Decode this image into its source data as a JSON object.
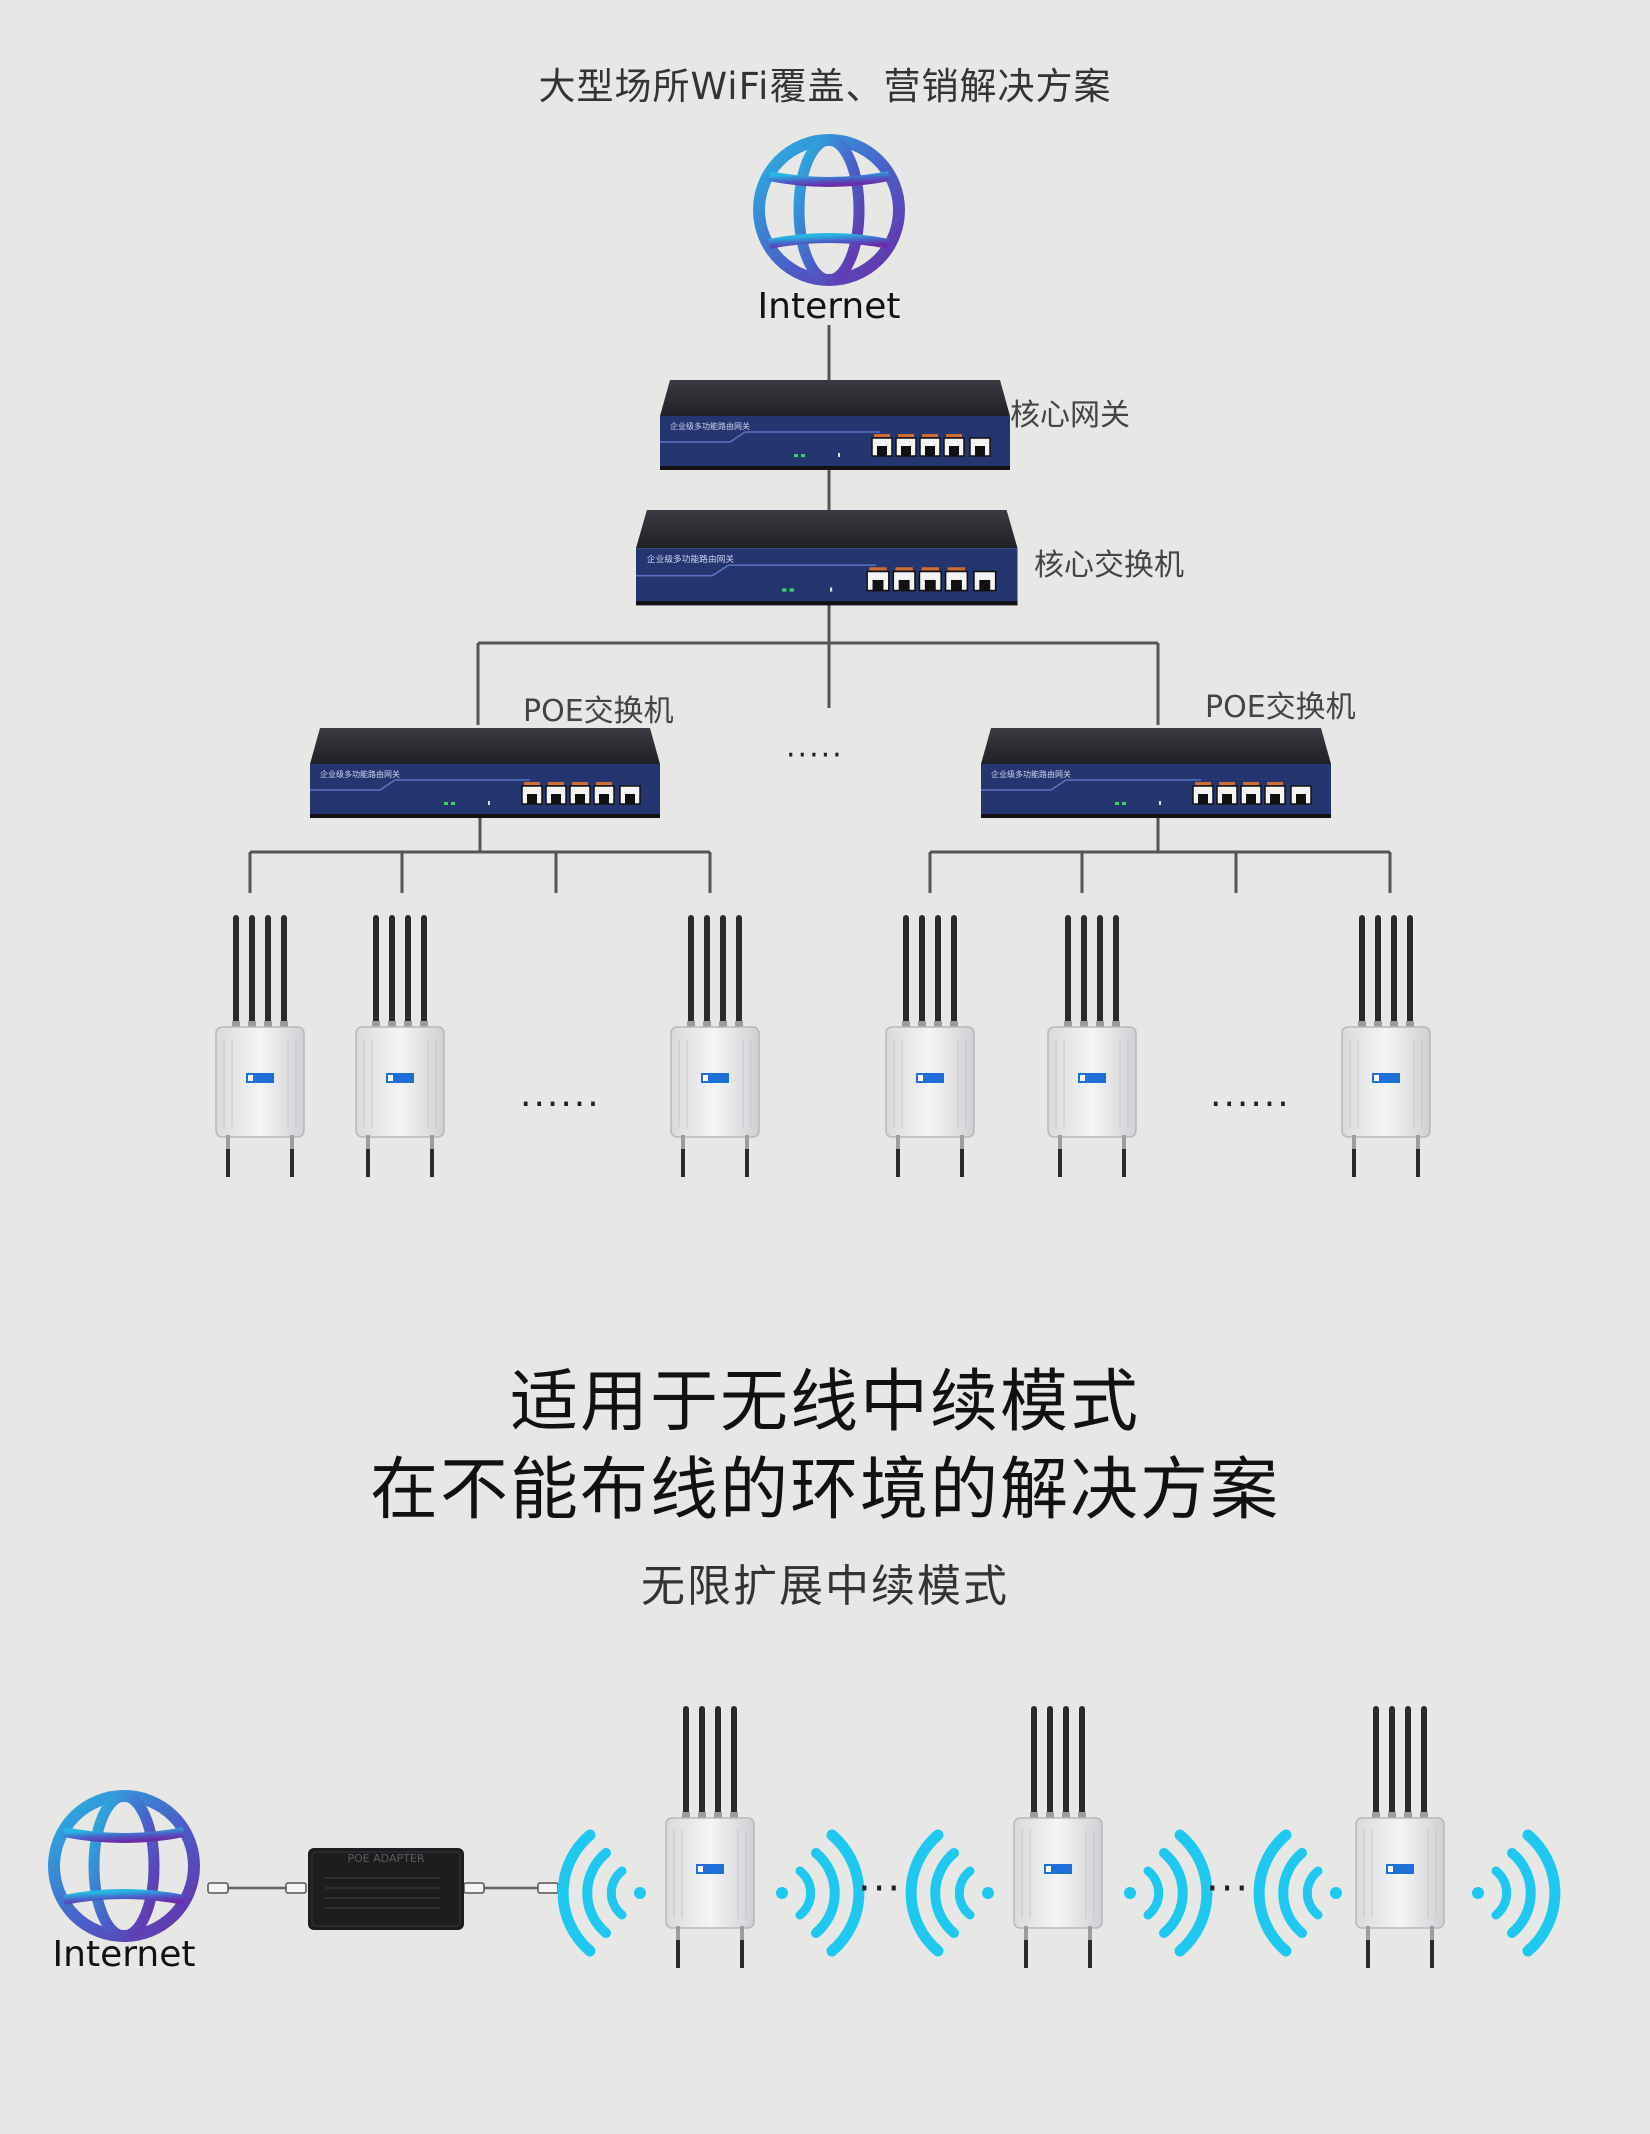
{
  "top": {
    "title": "大型场所WiFi覆盖、营销解决方案",
    "internet_label": "Internet",
    "gateway_label": "核心网关",
    "core_switch_label": "核心交换机",
    "poe_left_label": "POE交换机",
    "poe_right_label": "POE交换机",
    "middle_ellipsis": "·····",
    "ap_left_ellipsis": "······",
    "ap_right_ellipsis": "······",
    "device_badge_text": "企业级多功能路由网关"
  },
  "bottom": {
    "title_line1": "适用于无线中续模式",
    "title_line2": "在不能布线的环境的解决方案",
    "subtitle": "无限扩展中续模式",
    "internet_label": "Internet",
    "poe_adapter_text": "POE ADAPTER",
    "repeat_ellipsis_1": "···",
    "repeat_ellipsis_2": "···"
  },
  "colors": {
    "background": "#e7e7e5",
    "device_blue": "#25356f",
    "device_top": "#2c2d33",
    "wifi_signal": "#1fc8ef",
    "globe_gradient_top": "#27b7e3",
    "globe_gradient_bottom": "#6a2ea8",
    "line": "#555555"
  }
}
